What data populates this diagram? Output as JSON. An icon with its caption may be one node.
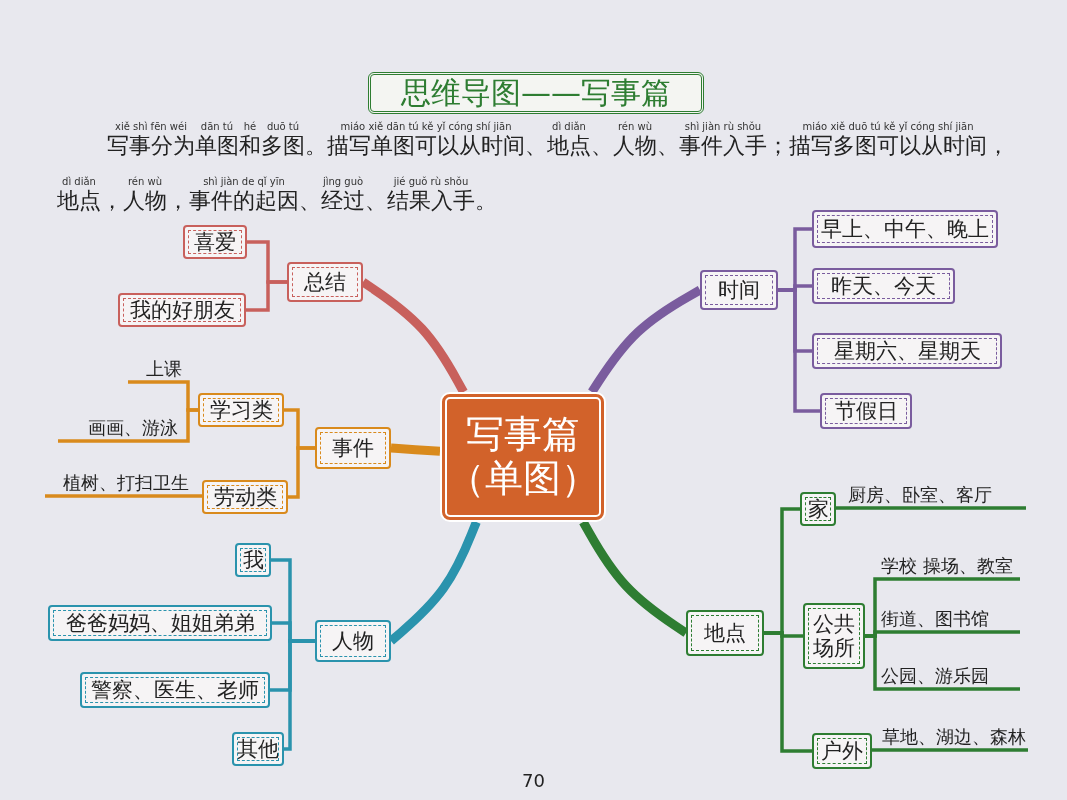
{
  "diagram": {
    "title": "思维导图——写事篇",
    "nodes": [
      {
        "text": [
          "写事篇（单图）"
        ]
      },
      {
        "text": [
          "总结"
        ]
      },
      {
        "text": [
          "喜爱"
        ]
      },
      {
        "text": [
          "我的好朋友"
        ]
      },
      {
        "text": [
          "事件"
        ]
      },
      {
        "text": [
          "学习类"
        ]
      },
      {
        "text": [
          "上课"
        ]
      },
      {
        "text": [
          "画画、游泳"
        ]
      },
      {
        "text": [
          "劳动类"
        ]
      },
      {
        "text": [
          "植树、打扫卫生"
        ]
      },
      {
        "text": [
          "人物"
        ]
      },
      {
        "text": [
          "我"
        ]
      },
      {
        "text": [
          "爸爸妈妈、姐姐弟弟"
        ]
      },
      {
        "text": [
          "警察、医生、老师"
        ]
      },
      {
        "text": [
          "其他"
        ]
      },
      {
        "text": [
          "时间"
        ]
      },
      {
        "text": [
          "早上、中午、晚上"
        ]
      },
      {
        "text": [
          "昨天、今天"
        ]
      },
      {
        "text": [
          "星期六、星期天"
        ]
      },
      {
        "text": [
          "节假日"
        ]
      },
      {
        "text": [
          "地点"
        ]
      },
      {
        "text": [
          "家"
        ]
      },
      {
        "text": [
          "厨房、卧室、客厅"
        ]
      },
      {
        "text": [
          "公共场所"
        ]
      },
      {
        "text": [
          "学校 操场、教室"
        ]
      },
      {
        "text": [
          "街道、图书馆"
        ]
      },
      {
        "text": [
          "公园、游乐园"
        ]
      },
      {
        "text": [
          "户外"
        ]
      },
      {
        "text": [
          "草地、湖边、森林"
        ]
      }
    ],
    "edges": [
      {
        "from": 0,
        "to": 1,
        "arrow": "none",
        "style": "thick",
        "color": "#c8605c"
      },
      {
        "from": 1,
        "to": 2,
        "arrow": "none",
        "color": "#c8605c"
      },
      {
        "from": 1,
        "to": 3,
        "arrow": "none",
        "color": "#c8605c"
      },
      {
        "from": 0,
        "to": 4,
        "arrow": "none",
        "style": "thick",
        "color": "#d98a1c"
      },
      {
        "from": 4,
        "to": 5,
        "arrow": "none",
        "color": "#d98a1c"
      },
      {
        "from": 5,
        "to": 6,
        "arrow": "none",
        "color": "#d98a1c"
      },
      {
        "from": 5,
        "to": 7,
        "arrow": "none",
        "color": "#d98a1c"
      },
      {
        "from": 4,
        "to": 8,
        "arrow": "none",
        "color": "#d98a1c"
      },
      {
        "from": 8,
        "to": 9,
        "arrow": "none",
        "color": "#d98a1c"
      },
      {
        "from": 0,
        "to": 10,
        "arrow": "none",
        "style": "thick",
        "color": "#2a93ad"
      },
      {
        "from": 10,
        "to": 11,
        "arrow": "none",
        "color": "#2a93ad"
      },
      {
        "from": 10,
        "to": 12,
        "arrow": "none",
        "color": "#2a93ad"
      },
      {
        "from": 10,
        "to": 13,
        "arrow": "none",
        "color": "#2a93ad"
      },
      {
        "from": 10,
        "to": 14,
        "arrow": "none",
        "color": "#2a93ad"
      },
      {
        "from": 0,
        "to": 15,
        "arrow": "none",
        "style": "thick",
        "color": "#7a5c9e"
      },
      {
        "from": 15,
        "to": 16,
        "arrow": "none",
        "color": "#7a5c9e"
      },
      {
        "from": 15,
        "to": 17,
        "arrow": "none",
        "color": "#7a5c9e"
      },
      {
        "from": 15,
        "to": 18,
        "arrow": "none",
        "color": "#7a5c9e"
      },
      {
        "from": 15,
        "to": 19,
        "arrow": "none",
        "color": "#7a5c9e"
      },
      {
        "from": 0,
        "to": 20,
        "arrow": "none",
        "style": "thick",
        "color": "#2e7d32"
      },
      {
        "from": 20,
        "to": 21,
        "arrow": "none",
        "color": "#2e7d32"
      },
      {
        "from": 21,
        "to": 22,
        "arrow": "none",
        "color": "#2e7d32"
      },
      {
        "from": 20,
        "to": 23,
        "arrow": "none",
        "color": "#2e7d32"
      },
      {
        "from": 23,
        "to": 24,
        "arrow": "none",
        "color": "#2e7d32"
      },
      {
        "from": 23,
        "to": 25,
        "arrow": "none",
        "color": "#2e7d32"
      },
      {
        "from": 23,
        "to": 26,
        "arrow": "none",
        "color": "#2e7d32"
      },
      {
        "from": 20,
        "to": 27,
        "arrow": "none",
        "color": "#2e7d32"
      },
      {
        "from": 27,
        "to": 28,
        "arrow": "none",
        "color": "#2e7d32"
      }
    ],
    "labels": [
      "写事分为单图和多图。描写单图可以从时间、地点、人物、事件入手；描写多图可以从时间，",
      "地点，人物，事件的起因、经过、结果入手。",
      "xiě shì fēn wéi",
      "dān tú",
      "hé",
      "duō tú",
      "miáo xiě dān tú kě yǐ cóng shí jiān",
      "dì diǎn",
      "rén wù",
      "shì jiàn rù shǒu",
      "miáo xiě duō tú kě yǐ cóng shí jiān",
      "dì diǎn",
      "rén wù",
      "shì jiàn de qǐ yīn",
      "jìng guò",
      "jié guǒ rù shǒu",
      "70"
    ]
  }
}
